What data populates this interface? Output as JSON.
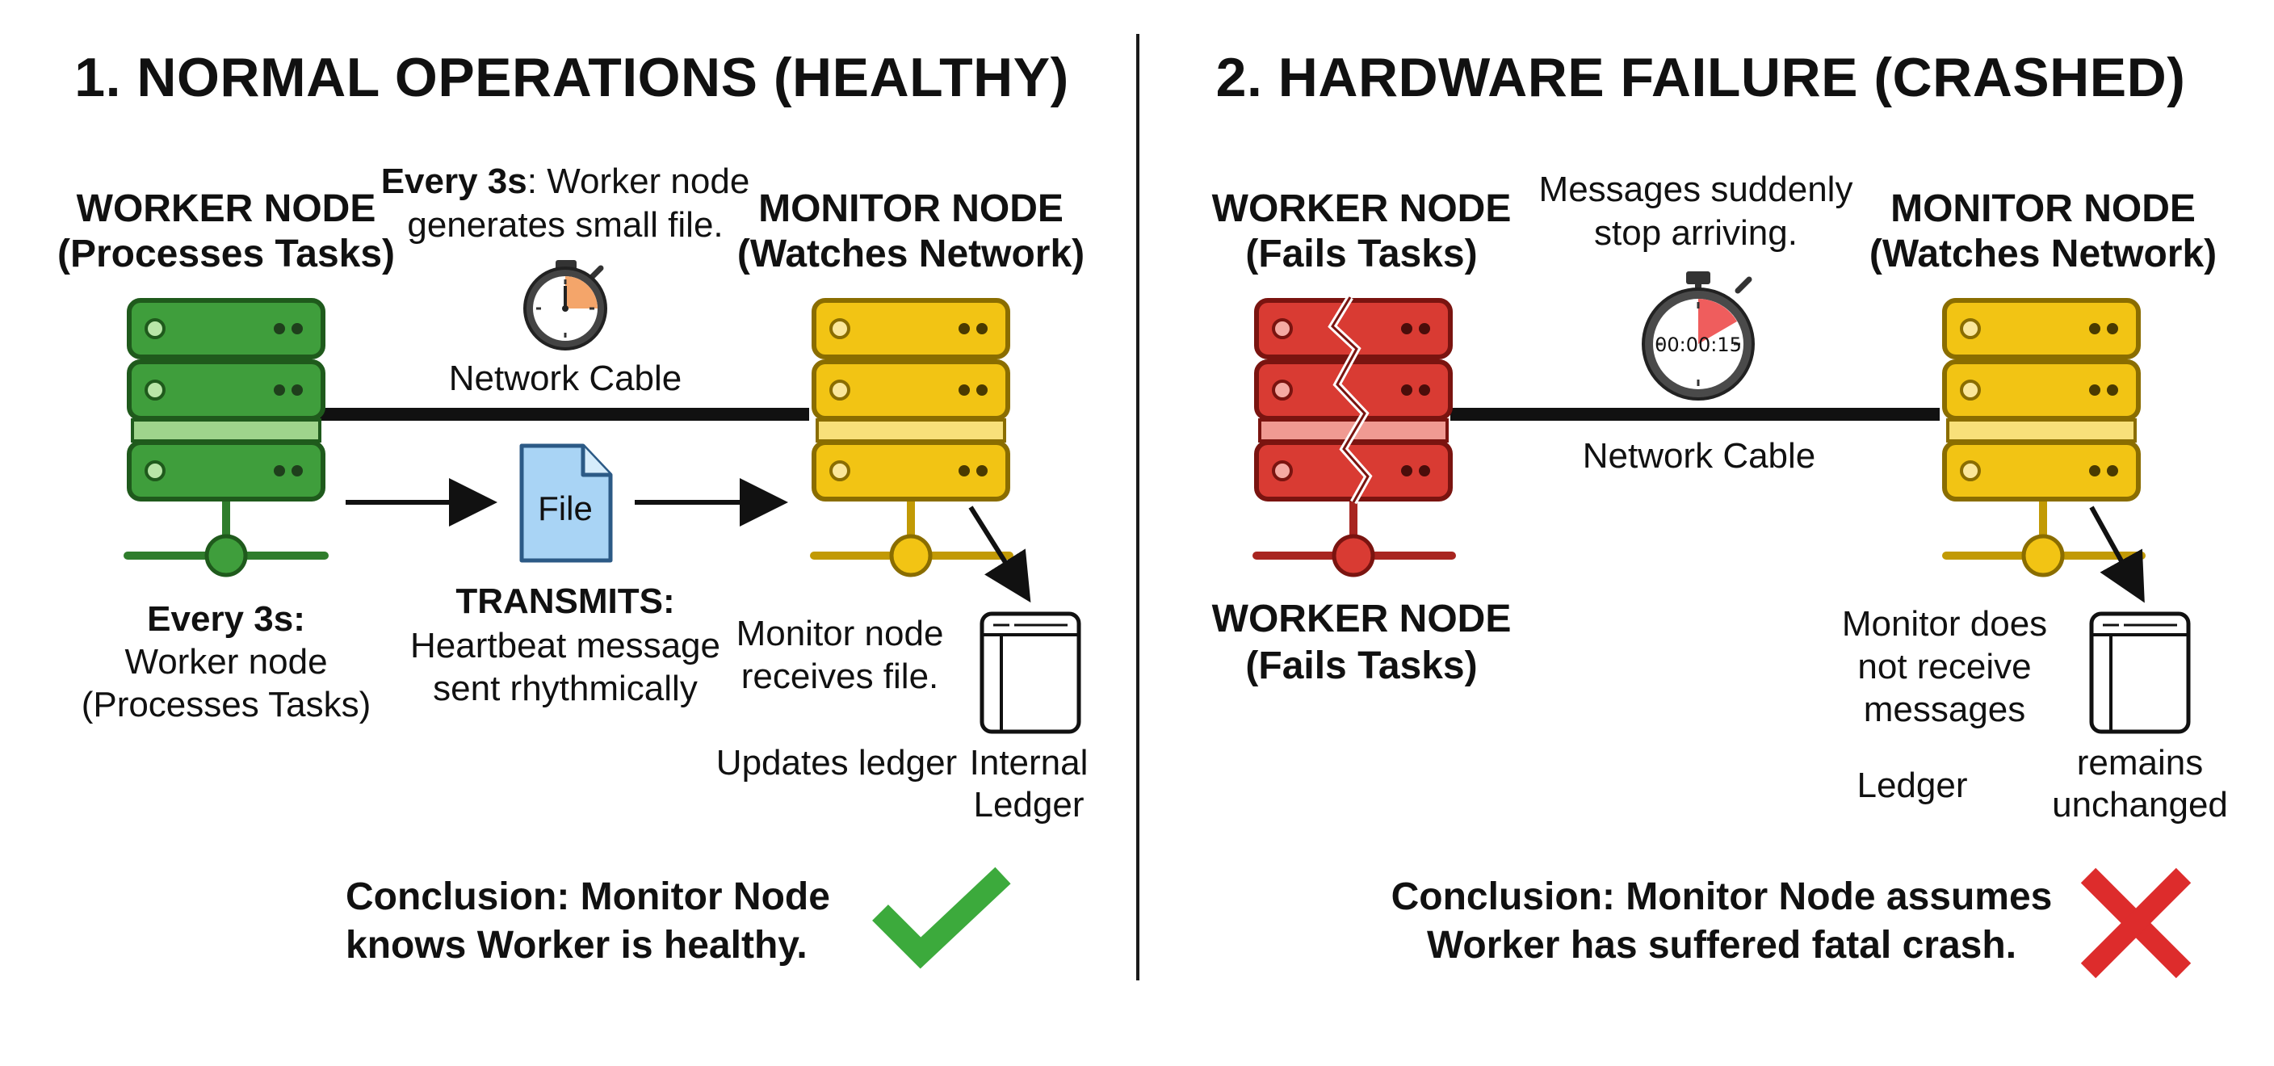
{
  "colors": {
    "worker_healthy": "#3f9e3c",
    "worker_failed": "#d93b33",
    "monitor": "#f2c414",
    "file": "#a9d4f5",
    "check": "#3caa3c",
    "cross": "#dd2c2c",
    "timer_fill": "#f4a56a",
    "timer_fill_failed": "#ef5d5d"
  },
  "left": {
    "title": "1. NORMAL OPERATIONS (HEALTHY)",
    "worker_label_1": "WORKER NODE",
    "worker_label_2": "(Processes Tasks)",
    "monitor_label_1": "MONITOR NODE",
    "monitor_label_2": "(Watches Network)",
    "interval_bold": "Every 3s",
    "interval_rest": ": Worker node",
    "interval_line_2": "generates small file.",
    "cable_label": "Network Cable",
    "file_label": "File",
    "worker_caption_1": "Every 3s:",
    "worker_caption_2": "Worker node",
    "worker_caption_3": "(Processes Tasks)",
    "transmit_title": "TRANSMITS:",
    "transmit_line_1": "Heartbeat message",
    "transmit_line_2": "sent rhythmically",
    "monitor_caption_1": "Monitor node",
    "monitor_caption_2": "receives file.",
    "ledger_update": "Updates ledger",
    "ledger_label_1": "Internal",
    "ledger_label_2": "Ledger",
    "conclusion_1": "Conclusion: Monitor Node",
    "conclusion_2": "knows Worker is healthy.",
    "status_icon": "check-mark"
  },
  "right": {
    "title": "2. HARDWARE FAILURE (CRASHED)",
    "worker_label_1": "WORKER NODE",
    "worker_label_2": "(Fails Tasks)",
    "monitor_label_1": "MONITOR NODE",
    "monitor_label_2": "(Watches Network)",
    "message_line_1": "Messages suddenly",
    "message_line_2": "stop arriving.",
    "timer_readout": "00:00:15",
    "cable_label": "Network Cable",
    "worker_caption_1": "WORKER NODE",
    "worker_caption_2": "(Fails Tasks)",
    "monitor_caption_1": "Monitor does",
    "monitor_caption_2": "not receive",
    "monitor_caption_3": "messages",
    "ledger_label": "Ledger",
    "ledger_status_1": "remains",
    "ledger_status_2": "unchanged",
    "conclusion_1": "Conclusion: Monitor Node assumes",
    "conclusion_2": "Worker has suffered fatal crash.",
    "status_icon": "cross-mark"
  }
}
